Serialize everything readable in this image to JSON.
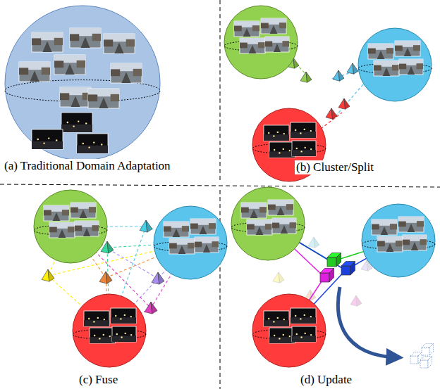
{
  "diagram": {
    "labels": [
      "(a) Traditional Domain Adaptation",
      "(b) Cluster/Split",
      "(c) Fuse",
      "(d) Update"
    ]
  }
}
